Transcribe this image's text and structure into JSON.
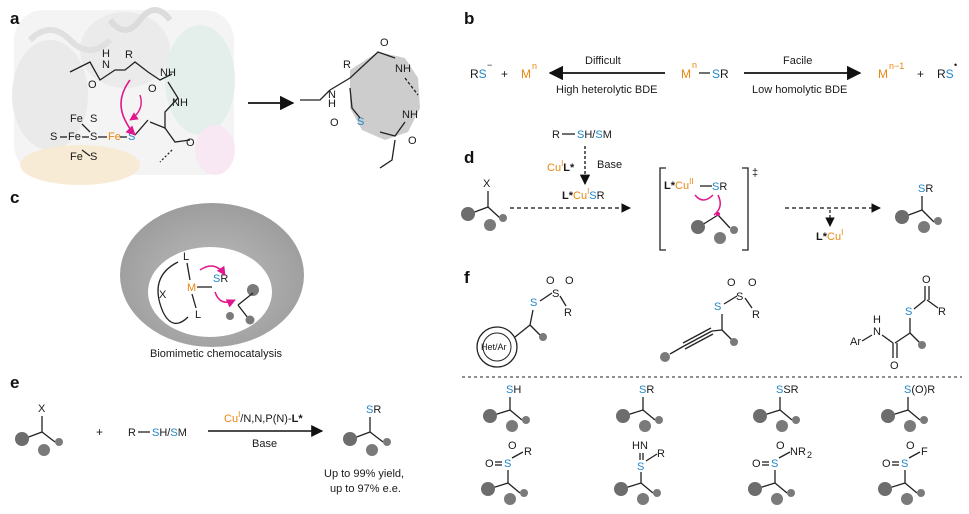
{
  "panels": {
    "a": {
      "label": "a"
    },
    "b": {
      "label": "b",
      "left_product": "RS",
      "left_charge": "−",
      "plus1": "+",
      "metal_left": "M",
      "metal_left_sup": "n",
      "difficult": "Difficult",
      "high_bde": "High heterolytic BDE",
      "center_M": "M",
      "center_sup": "n",
      "center_SR": "SR",
      "facile": "Facile",
      "low_bde": "Low homolytic BDE",
      "metal_right": "M",
      "metal_right_sup": "n−1",
      "plus2": "+",
      "right_product": "RS",
      "right_dot": "•"
    },
    "c": {
      "label": "c",
      "caption": "Biomimetic chemocatalysis",
      "L_top": "L",
      "L_bottom": "L",
      "M": "M",
      "X": "X",
      "SR": "SR"
    },
    "d": {
      "label": "d",
      "reagent_R": "R",
      "reagent_SH": "SH/",
      "reagent_SM": "SM",
      "cu_L": "Cu",
      "cu_L_sup": "I",
      "cu_L_rest": "L*",
      "base": "Base",
      "LCuSR_1": "L*Cu",
      "LCuSR_sup": "I",
      "LCuSR_2": "SR",
      "substrate_X": "X",
      "ts_LCu": "L*Cu",
      "ts_sup": "II",
      "ts_SR": "SR",
      "dagger": "‡",
      "product_SR": "SR",
      "cat_L": "L*Cu",
      "cat_sup": "I"
    },
    "e": {
      "label": "e",
      "X": "X",
      "plus": "+",
      "reagent_R": "R",
      "reagent_SH": "SH/",
      "reagent_SM": "SM",
      "cond_cu": "Cu",
      "cond_sup": "I",
      "cond_rest": "/N,N,P(N)-L*",
      "cond_base": "Base",
      "product_SR": "SR",
      "yield1": "Up to 99% yield,",
      "yield2": "up to 97% e.e."
    },
    "f": {
      "label": "f",
      "het_ar": "Het/Ar",
      "ArNH": "Ar",
      "NH": "H",
      "N": "N",
      "top_groups": [
        "S",
        "S",
        "S"
      ],
      "row1": [
        "SH",
        "SR",
        "SSR",
        "S(O)R"
      ],
      "row2_R1": "R",
      "row2_HN": "HN",
      "row2_R2": "R",
      "row2_NR2": "NR",
      "row2_NR2_sub": "2",
      "row2_F": "F",
      "O": "O",
      "S": "S",
      "R": "R"
    }
  },
  "colors": {
    "orange": "#e8870e",
    "blue": "#1f86c8",
    "magenta": "#e0168c",
    "grey_ball": "#7a7a7a"
  }
}
